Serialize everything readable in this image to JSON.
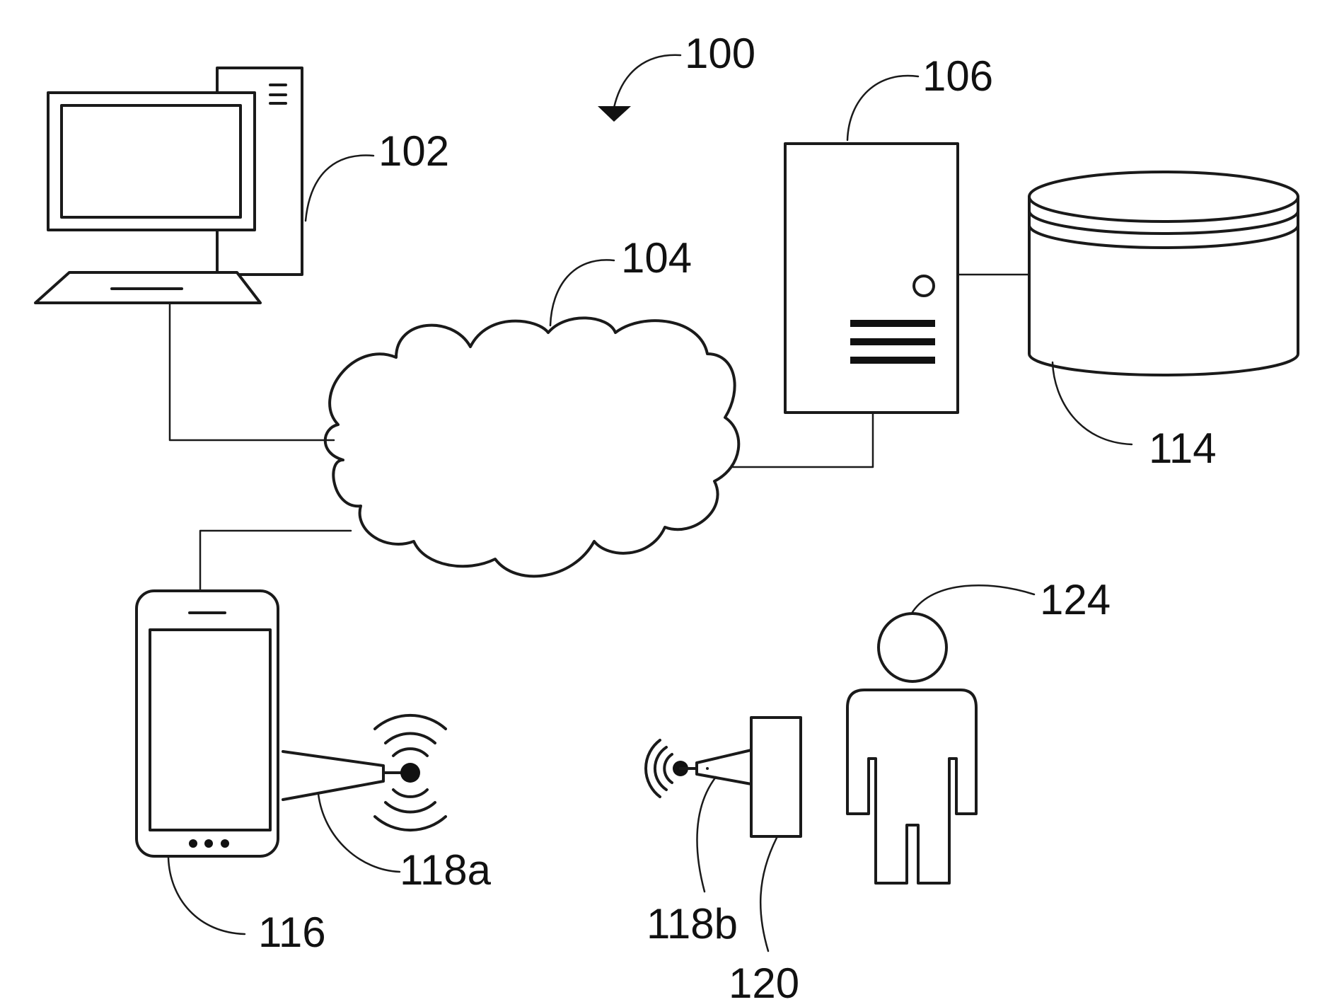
{
  "labels": {
    "system": "100",
    "computer": "102",
    "network": "104",
    "server": "106",
    "database": "114",
    "mobile_device": "116",
    "transceiver_a": "118a",
    "transceiver_b": "118b",
    "beacon_device": "120",
    "person": "124"
  },
  "colors": {
    "stroke": "#1a1a1a",
    "background": "#ffffff"
  },
  "icons": [
    "computer-icon",
    "cloud-icon",
    "server-icon",
    "database-icon",
    "smartphone-icon",
    "wireless-signal-icon",
    "beacon-icon",
    "person-icon"
  ]
}
